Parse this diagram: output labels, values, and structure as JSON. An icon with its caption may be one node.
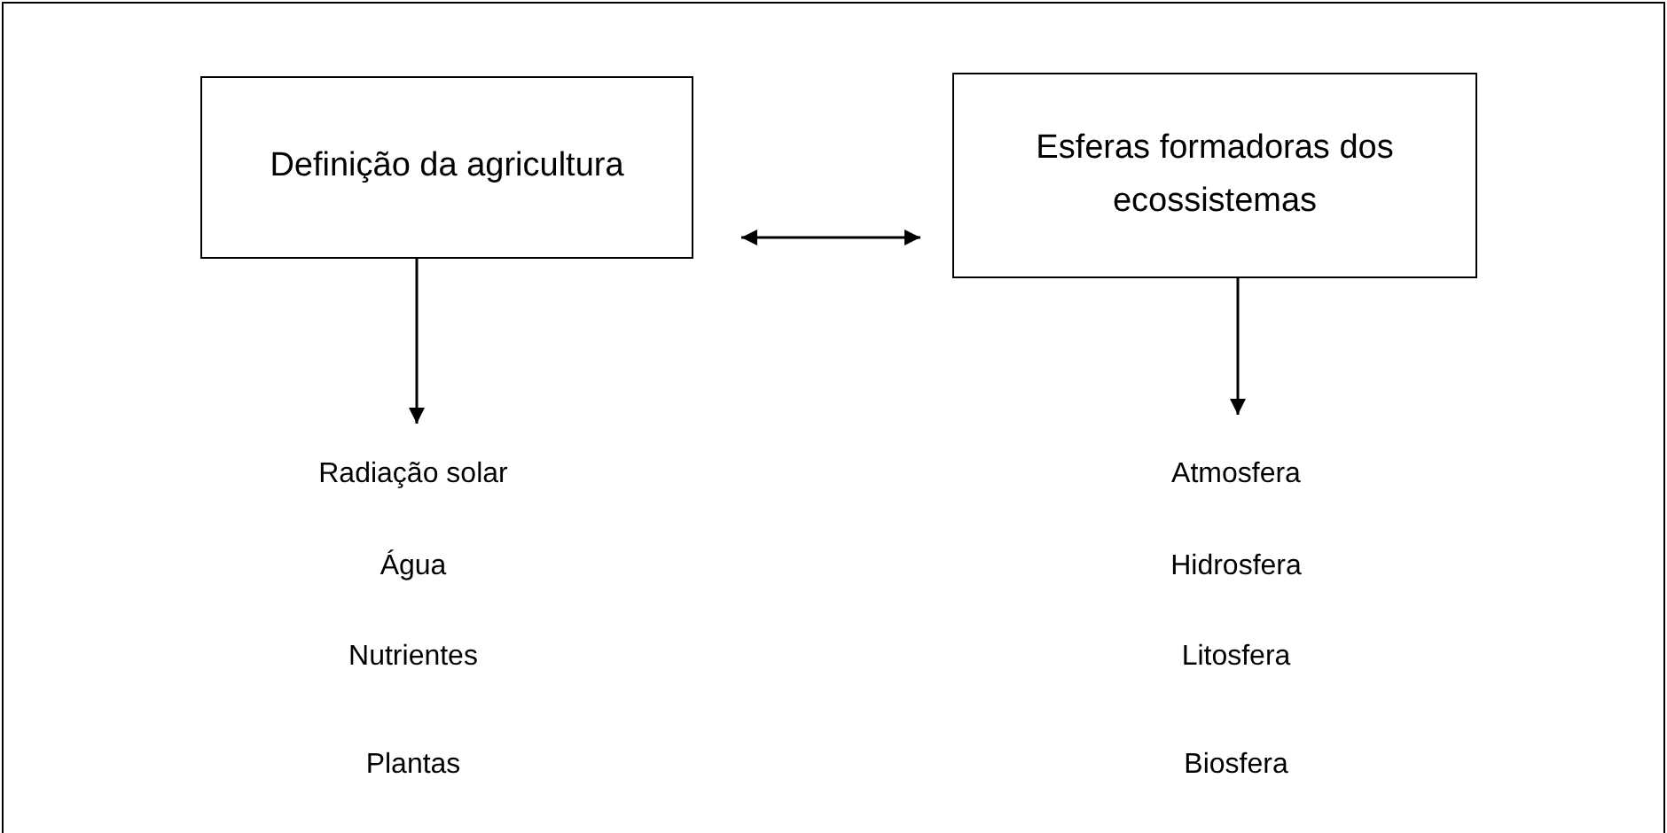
{
  "diagram": {
    "nodes": [
      {
        "text": [
          "Definição da agricultura"
        ]
      },
      {
        "text": [
          "Esferas formadoras dos ecossistemas"
        ]
      }
    ],
    "edges": [
      {
        "from": 0,
        "to": 1,
        "arrow": "both"
      },
      {
        "from": 0,
        "to": null,
        "arrow": "to"
      },
      {
        "from": 1,
        "to": null,
        "arrow": "to"
      }
    ],
    "labels": [
      "Radiação solar",
      "Atmosfera",
      "Água",
      "Hidrosfera",
      "Nutrientes",
      "Litosfera",
      "Plantas",
      "Biosfera"
    ]
  }
}
